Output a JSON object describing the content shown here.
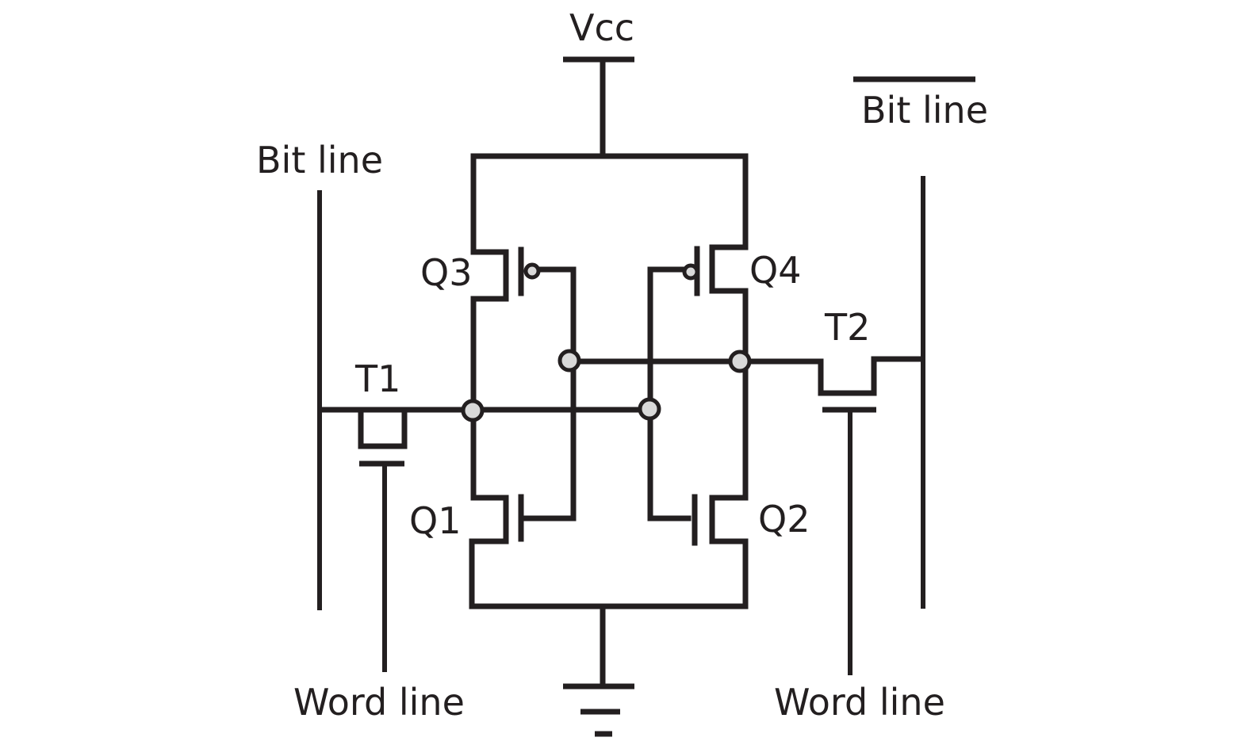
{
  "labels": {
    "vcc": "Vcc",
    "bit_line_left": "Bit line",
    "bit_line_right": "Bit line",
    "q1": "Q1",
    "q2": "Q2",
    "q3": "Q3",
    "q4": "Q4",
    "t1": "T1",
    "t2": "T2",
    "word_line_left": "Word line",
    "word_line_right": "Word line"
  },
  "colors": {
    "line": "#231f20",
    "node_fill": "#d9d9d9"
  }
}
